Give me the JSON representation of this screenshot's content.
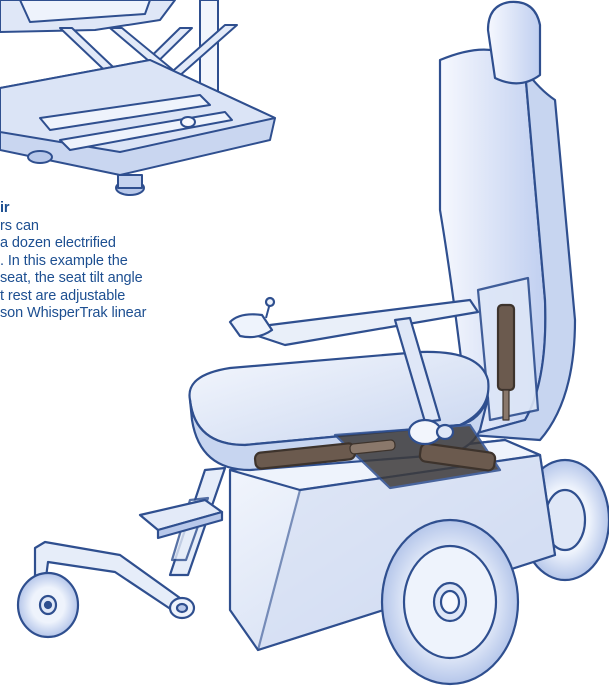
{
  "caption": {
    "title": "ir",
    "lines": [
      "rs can",
      "a dozen electrified",
      ". In this example the",
      "seat, the seat tilt angle",
      "t rest are adjustable",
      "son WhisperTrak linear"
    ]
  },
  "colors": {
    "outline": "#2f4f8f",
    "body_fill": "#e6edf9",
    "shade": "#c3d1ee",
    "deep_shade": "#9fb4df",
    "actuator": "#6b5a4e",
    "caption_text": "#1d4f91"
  }
}
